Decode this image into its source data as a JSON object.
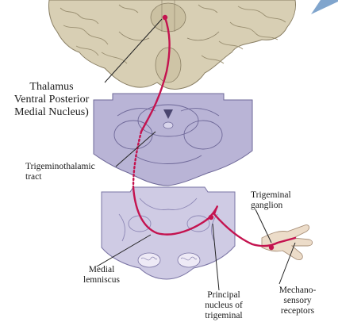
{
  "labels": {
    "thalamus": "Thalamus\nVentral Posterior\nMedial Nucleus)",
    "trigeminothalamic": "Trigeminothalamic\ntract",
    "trigeminal_ganglion": "Trigeminal\nganglion",
    "medial_lemniscus": "Medial\nlemniscus",
    "principal_nucleus": "Principal\nnucleus of\ntrigeminal",
    "mechanosensory": "Mechano-\nsensory\nreceptors"
  },
  "colors": {
    "pathway": "#c4134f",
    "brain_tan": "#d8cfb4",
    "brainstem_purple": "#b9b4d6",
    "medulla_lilac": "#cfcbe4",
    "skin": "#ecdcc9"
  }
}
